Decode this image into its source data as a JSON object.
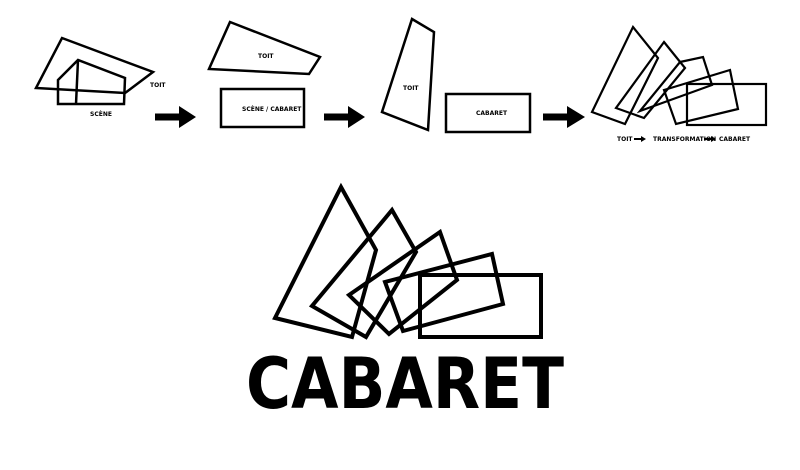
{
  "colors": {
    "ink": "#000000",
    "background": "#ffffff"
  },
  "step1": {
    "roof_label": "TOIT",
    "stage_label": "SCÈNE"
  },
  "step2": {
    "roof_label": "TOIT",
    "stage_label": "SCÈNE / CABARET"
  },
  "step3": {
    "roof_label": "TOIT",
    "stage_label": "CABARET"
  },
  "step4": {
    "caption_from": "TOIT",
    "caption_middle": "TRANSFORMATION",
    "caption_to": "CABARET"
  },
  "logo": {
    "wordmark": "CABARET"
  }
}
